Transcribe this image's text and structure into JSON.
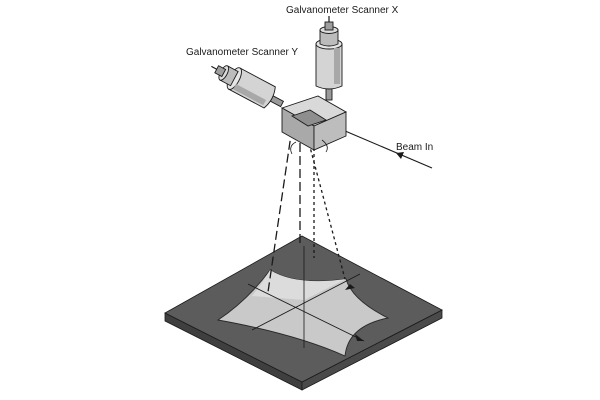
{
  "labels": {
    "scanner_x": "Galvanometer Scanner X",
    "scanner_y": "Galvanometer Scanner Y",
    "beam_in": "Beam In"
  },
  "colors": {
    "background": "#ffffff",
    "line": "#1a1a1a",
    "plate": "#5c5c5c",
    "plate_edge": "#3f3f3f",
    "scan_field": "#c9c9c9",
    "scan_field_light": "#e3e3e3",
    "motor_body": "#d4d4d4",
    "motor_shade": "#a8a8a8",
    "mirror_block": "#bdbdbd"
  }
}
